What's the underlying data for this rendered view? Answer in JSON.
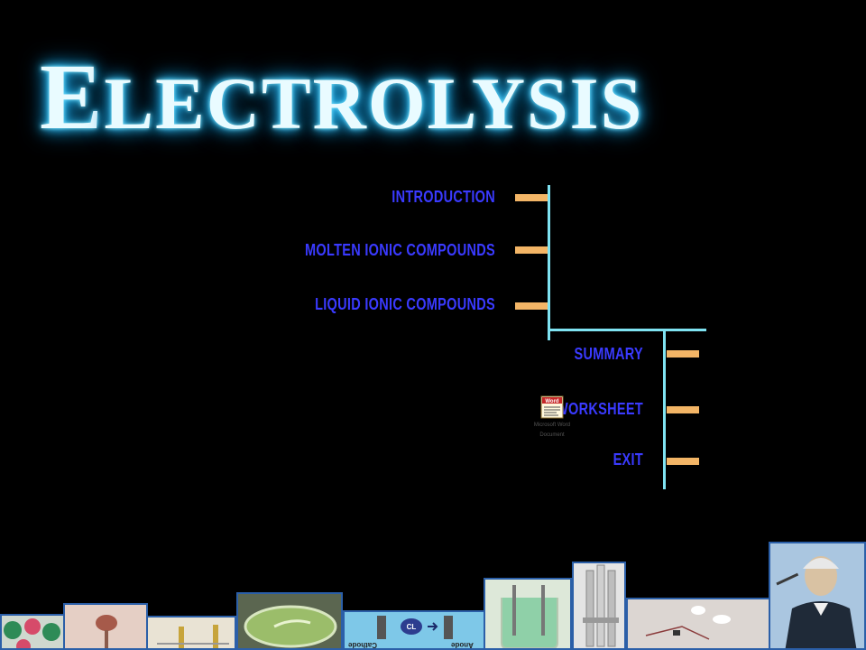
{
  "title": {
    "initial": "E",
    "rest": "LECTROLYSIS"
  },
  "menu": {
    "introduction": "INTRODUCTION",
    "molten": "MOLTEN IONIC COMPOUNDS",
    "liquid": "LIQUID  IONIC COMPOUNDS",
    "summary": "SUMMARY",
    "worksheet": "WORKSHEET",
    "exit": "EXIT"
  },
  "word_doc": {
    "icon_label": "Word",
    "caption_line1": "Microsoft Word",
    "caption_line2": "Document"
  },
  "filmstrip": {
    "electrode_label": "CL",
    "cathode": "Cathode",
    "anode": "Anode"
  },
  "colors": {
    "menu_text": "#3a3aff",
    "rule": "#7fe3f2",
    "tab": "#f3b566",
    "title_glow": "#38c8ff"
  }
}
